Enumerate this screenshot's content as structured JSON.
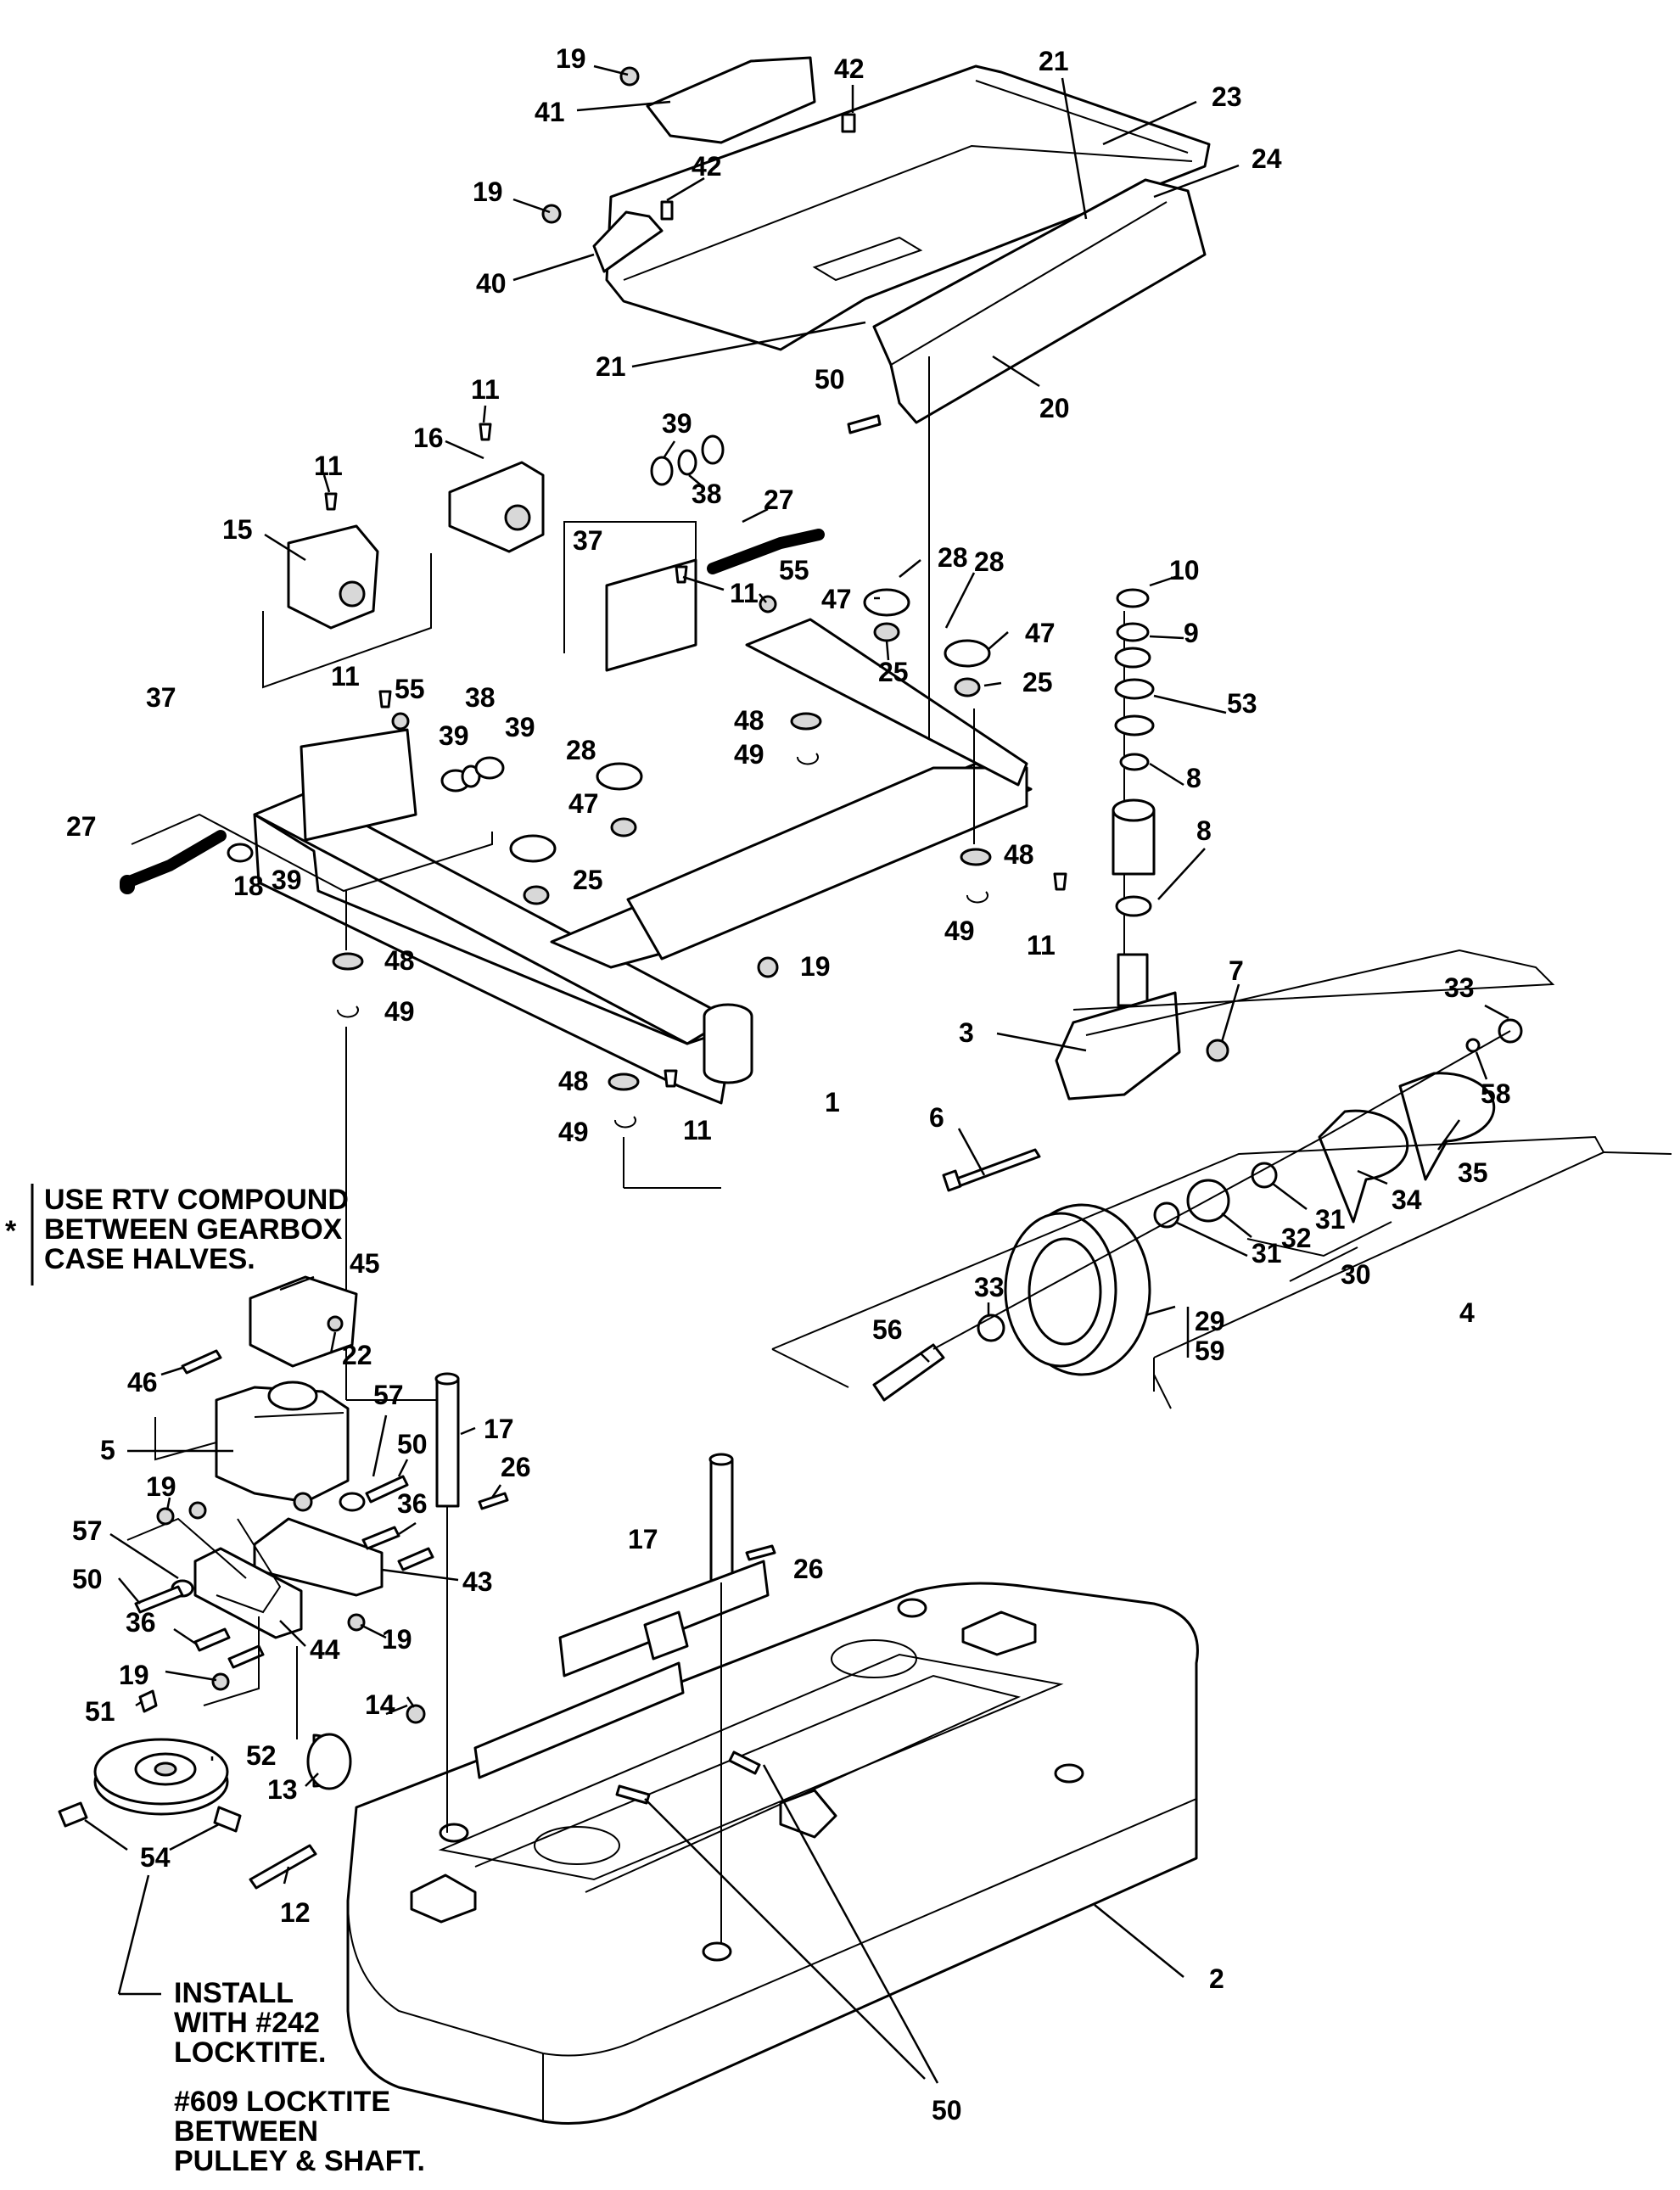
{
  "callouts": {
    "c19a": "19",
    "c41": "41",
    "c42a": "42",
    "c21a": "21",
    "c23": "23",
    "c42b": "42",
    "c24": "24",
    "c19b": "19",
    "c40": "40",
    "c21b": "21",
    "c50a": "50",
    "c20": "20",
    "c11a": "11",
    "c16": "16",
    "c39a": "39",
    "c38a": "38",
    "c27a": "27",
    "c11b": "11",
    "c15": "15",
    "c37a": "37",
    "c28a": "28",
    "c55a": "55",
    "c11c": "11",
    "c47a": "47",
    "c10": "10",
    "c9": "9",
    "c28b": "28",
    "c47b": "47",
    "c25a": "25",
    "c25b": "25",
    "c53": "53",
    "c11d": "11",
    "c55b": "55",
    "c38b": "38",
    "c39b": "39",
    "c39c": "39",
    "c37b": "37",
    "c48a": "48",
    "c49a": "49",
    "c8a": "8",
    "c28c": "28",
    "c27b": "27",
    "c47c": "47",
    "c25c": "25",
    "c18": "18",
    "c39d": "39",
    "c8b": "8",
    "c48b": "48",
    "c49b": "49",
    "c11e": "11",
    "c19c": "19",
    "c48c": "48",
    "c49c": "49",
    "c7": "7",
    "c33a": "33",
    "c3": "3",
    "c58": "58",
    "c48d": "48",
    "c11f": "11",
    "c1": "1",
    "c49d": "49",
    "c6": "6",
    "c34": "34",
    "c35": "35",
    "c31a": "31",
    "c32": "32",
    "c31b": "31",
    "c30": "30",
    "c45": "45",
    "c4": "4",
    "c22": "22",
    "c33b": "33",
    "c29": "29",
    "c59": "59",
    "c46": "46",
    "c56": "56",
    "c57a": "57",
    "c50b": "50",
    "c17a": "17",
    "c5": "5",
    "c26a": "26",
    "c19d": "19",
    "c36a": "36",
    "c57b": "57",
    "c17b": "17",
    "c26b": "26",
    "c50c": "50",
    "c43": "43",
    "c36b": "36",
    "c19e": "19",
    "c44": "44",
    "c19f": "19",
    "c51": "51",
    "c14": "14",
    "c52": "52",
    "c13": "13",
    "c2": "2",
    "c54": "54",
    "c12": "12",
    "c50d": "50"
  },
  "notes": {
    "asterisk": "*",
    "rtv": [
      "USE RTV COMPOUND",
      "BETWEEN GEARBOX",
      "CASE HALVES."
    ],
    "install": [
      "INSTALL",
      "WITH #242",
      "LOCKTITE."
    ],
    "locktite609": [
      "#609 LOCKTITE",
      "BETWEEN",
      "PULLEY & SHAFT."
    ]
  }
}
